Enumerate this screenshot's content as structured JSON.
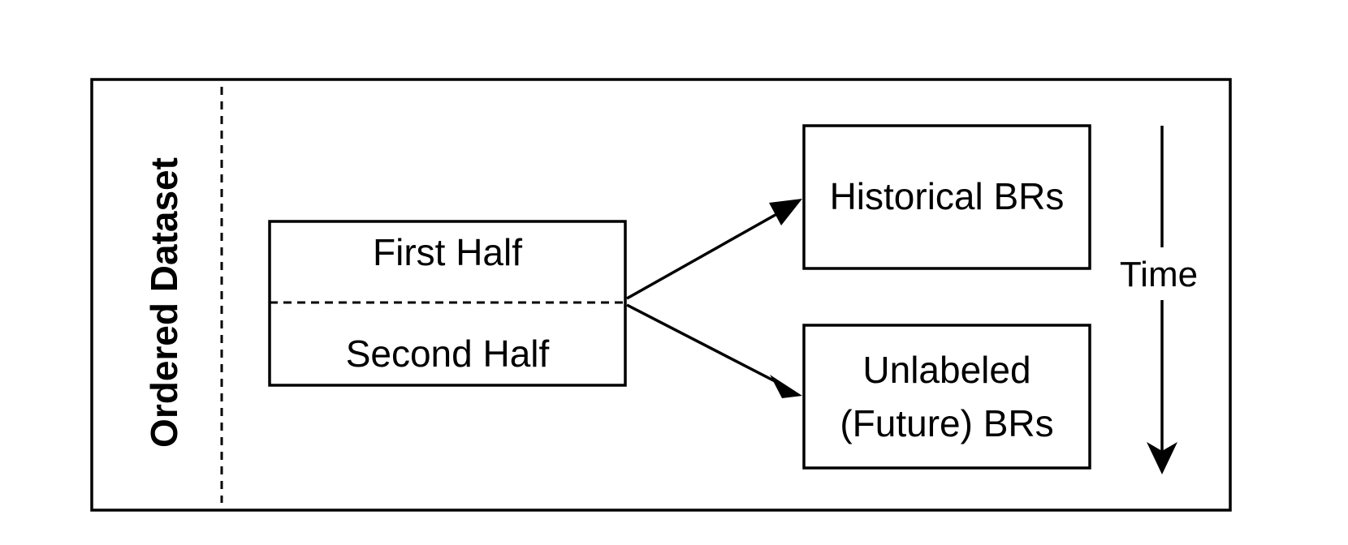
{
  "diagram": {
    "side_label": "Ordered Dataset",
    "split": {
      "first": "First Half",
      "second": "Second Half"
    },
    "outputs": {
      "historical": "Historical BRs",
      "future_line1": "Unlabeled",
      "future_line2": "(Future) BRs"
    },
    "time_label": "Time"
  }
}
